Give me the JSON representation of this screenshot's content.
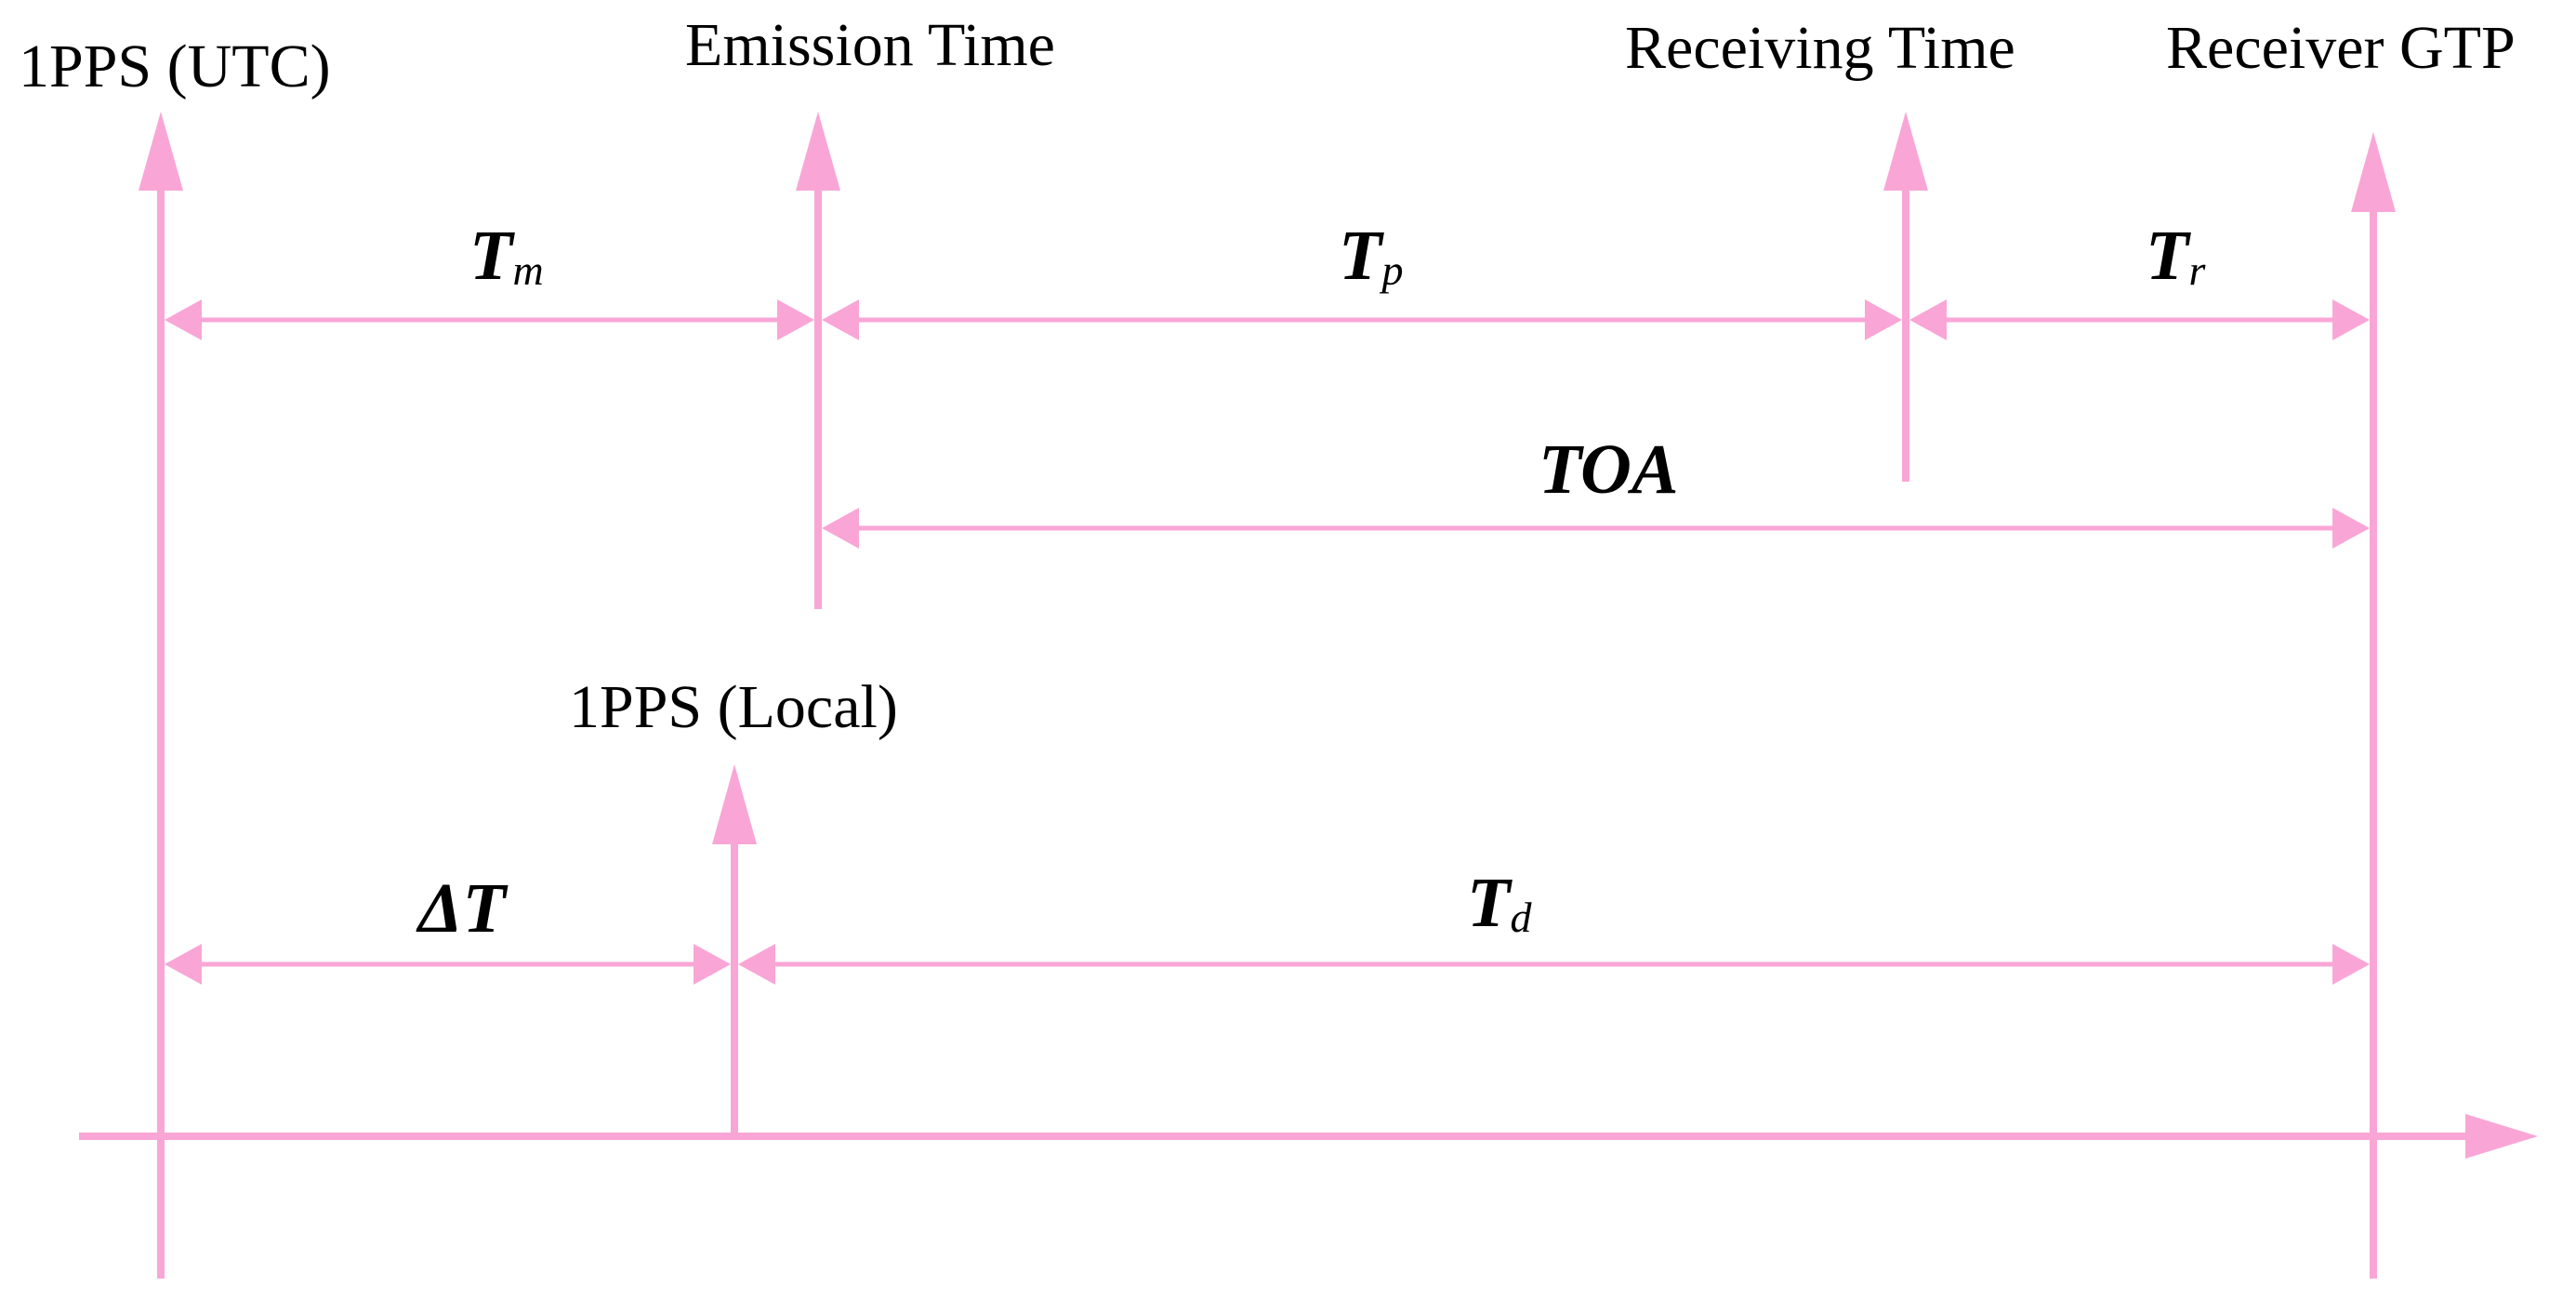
{
  "colors": {
    "line": "#f9a6d6",
    "text": "#000000",
    "background": "#ffffff"
  },
  "labels": {
    "pps_utc": "1PPS (UTC)",
    "emission_time": "Emission Time",
    "receiving_time": "Receiving Time",
    "receiver_gtp": "Receiver GTP",
    "pps_local": "1PPS (Local)"
  },
  "intervals": {
    "tm": {
      "base": "T",
      "sub": "m"
    },
    "tp": {
      "base": "T",
      "sub": "p"
    },
    "tr": {
      "base": "T",
      "sub": "r"
    },
    "toa": "TOA",
    "delta_t": "ΔT",
    "td": {
      "base": "T",
      "sub": "d"
    }
  }
}
